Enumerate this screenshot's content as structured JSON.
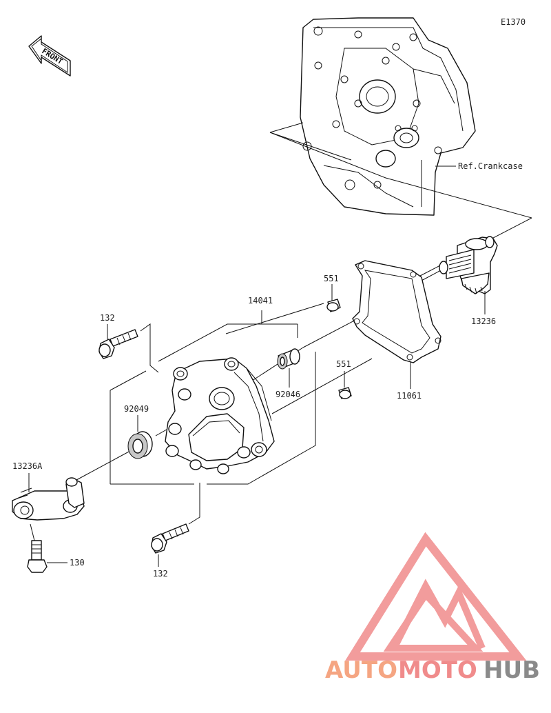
{
  "diagram_code": "E1370",
  "front_label": "FRONT",
  "ref_label": "Ref.Crankcase",
  "parts": {
    "p14041": "14041",
    "p551_top": "551",
    "p551_mid": "551",
    "p132_top": "132",
    "p132_bottom": "132",
    "p92049": "92049",
    "p92046": "92046",
    "p11061": "11061",
    "p13236": "13236",
    "p13236A": "13236A",
    "p130": "130"
  },
  "watermark": {
    "part1": "AUTO",
    "part2": "MOTO",
    "part3": "HUB",
    "color_primary": "#f5a582",
    "color_secondary": "#f08b8b",
    "color_hub": "#8a8a8a"
  }
}
